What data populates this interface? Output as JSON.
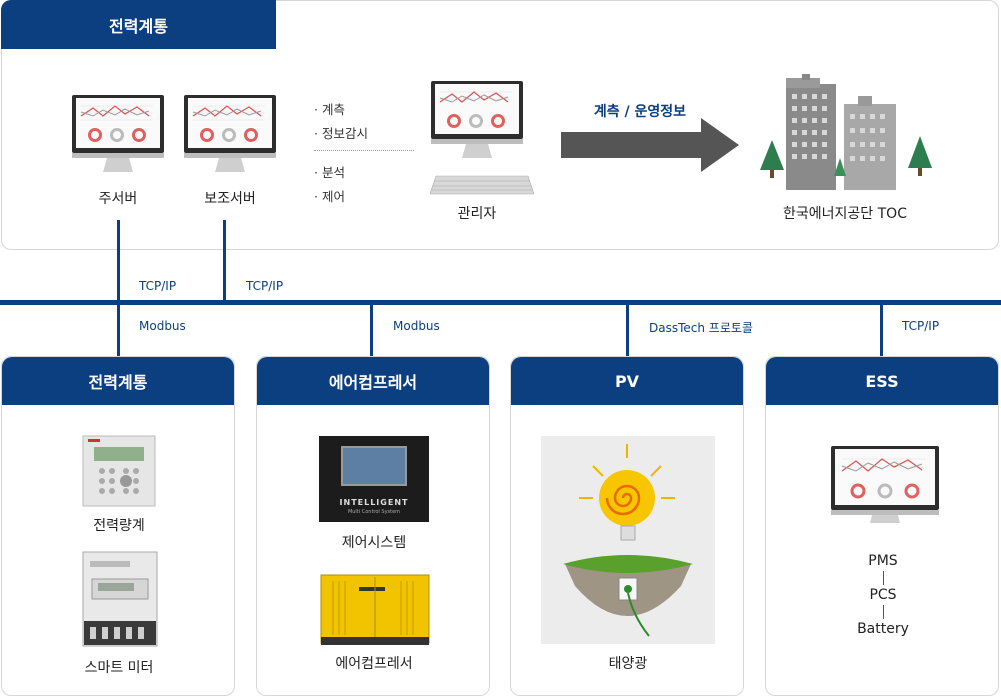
{
  "top": {
    "title": "전력계통",
    "main_server": "주서버",
    "backup_server": "보조서버",
    "services_group1": [
      "계측",
      "정보감시"
    ],
    "services_group2": [
      "분석",
      "제어"
    ],
    "manager": "관리자",
    "arrow_label": "계측 / 운영정보",
    "toc": "한국에너지공단 TOC"
  },
  "links": {
    "main_tcp": "TCP/IP",
    "backup_tcp": "TCP/IP",
    "modbus1": "Modbus",
    "modbus2": "Modbus",
    "dasstech": "DassTech 프로토콜",
    "ess_tcp": "TCP/IP"
  },
  "cards": {
    "power": {
      "title": "전력계통",
      "item1": "전력량계",
      "item2": "스마트 미터"
    },
    "aircomp": {
      "title": "에어컴프레서",
      "item1": "제어시스템",
      "item2": "에어컴프레서",
      "device_brand": "INTELLIGENT",
      "device_sub": "Multi Control System"
    },
    "pv": {
      "title": "PV",
      "item1": "태양광"
    },
    "ess": {
      "title": "ESS",
      "stack": [
        "PMS",
        "PCS",
        "Battery"
      ]
    }
  },
  "colors": {
    "accent": "#0b3f7f",
    "arrow": "#555555"
  }
}
